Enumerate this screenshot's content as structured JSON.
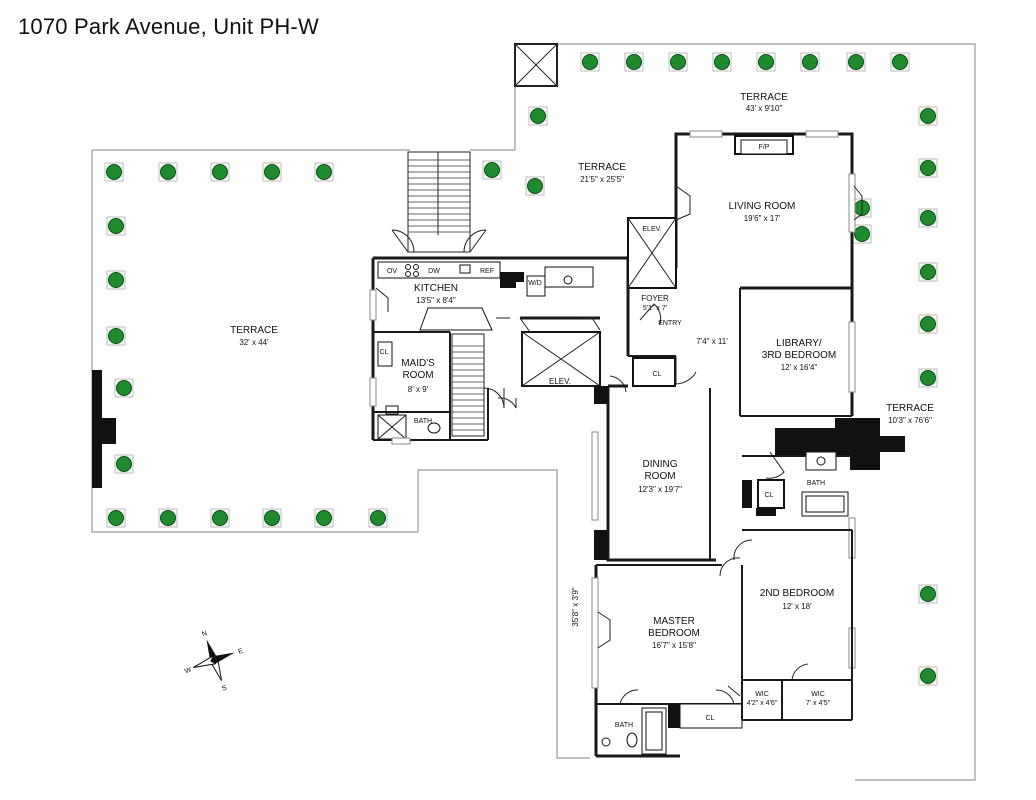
{
  "title": "1070 Park Avenue, Unit PH-W",
  "rooms": {
    "terrace_top": {
      "name": "TERRACE",
      "size": "43' x 9'10\""
    },
    "terrace_center": {
      "name": "TERRACE",
      "size": "21'5\" x 25'5\""
    },
    "terrace_west": {
      "name": "TERRACE",
      "size": "32' x 44'"
    },
    "terrace_east": {
      "name": "TERRACE",
      "size": "10'3\" x 76'6\""
    },
    "living_room": {
      "name": "LIVING ROOM",
      "size": "19'6\" x 17'"
    },
    "kitchen": {
      "name": "KITCHEN",
      "size": "13'5\" x 8'4\""
    },
    "maids_room": {
      "line1": "MAID'S",
      "line2": "ROOM",
      "size": "8' x 9'"
    },
    "foyer": {
      "name": "FOYER",
      "size": "5'1\" x 7'"
    },
    "hall": {
      "size": "7'4\" x 11'"
    },
    "library": {
      "line1": "LIBRARY/",
      "line2": "3RD BEDROOM",
      "size": "12' x 16'4\""
    },
    "dining_room": {
      "line1": "DINING",
      "line2": "ROOM",
      "size": "12'3\" x 19'7\""
    },
    "master_bedroom": {
      "line1": "MASTER",
      "line2": "BEDROOM",
      "size": "16'7\" x 15'8\""
    },
    "second_bedroom": {
      "name": "2ND BEDROOM",
      "size": "12' x 18'"
    },
    "wic_left": {
      "name": "WIC",
      "size": "4'2\" x 4'6\""
    },
    "wic_right": {
      "name": "WIC",
      "size": "7' x 4'5\""
    },
    "west_strip": {
      "size": "35'8\" x 3'9\""
    }
  },
  "labels": {
    "fp": "F/P",
    "elev": "ELEV.",
    "entry": "ENTRY",
    "cl": "CL",
    "bath": "BATH",
    "wd": "W/D",
    "ov": "OV",
    "dw": "DW",
    "ref": "REF"
  },
  "compass": {
    "n": "N",
    "s": "S",
    "e": "E",
    "w": "W"
  },
  "colors": {
    "planter": "#1f8a2e",
    "wall": "#1a1a1a",
    "rail": "#9a9a9a"
  }
}
